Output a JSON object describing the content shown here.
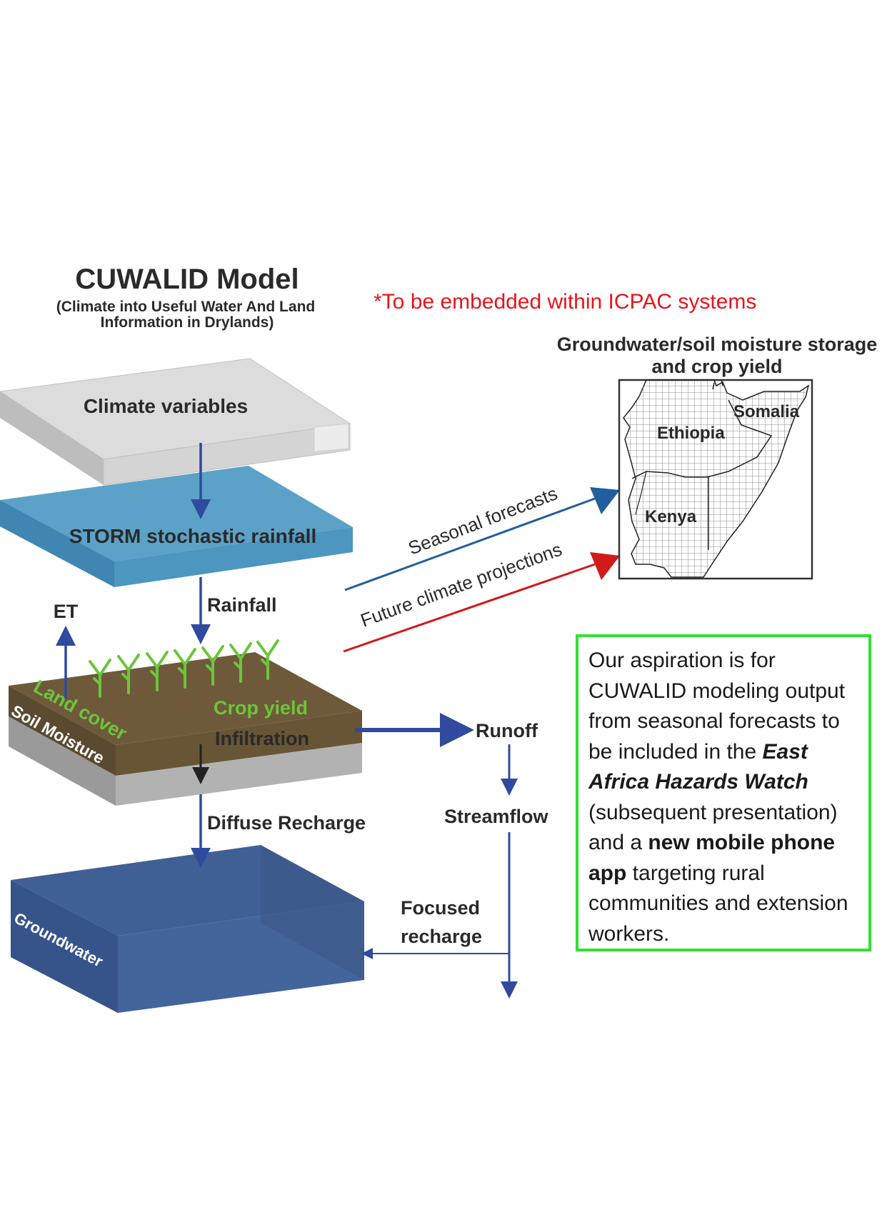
{
  "title": "CUWALID Model",
  "subtitle_line1": "(Climate into Useful Water And Land",
  "subtitle_line2": "Information in Drylands)",
  "note": "*To be embedded within ICPAC systems",
  "layers": {
    "climate": "Climate variables",
    "storm": "STORM stochastic rainfall",
    "soil": "Soil Moisture",
    "land_cover": "Land cover",
    "crop_yield": "Crop yield",
    "infiltration": "Infiltration",
    "groundwater": "Groundwater"
  },
  "flows": {
    "rainfall": "Rainfall",
    "et": "ET",
    "runoff": "Runoff",
    "streamflow": "Streamflow",
    "diffuse_recharge": "Diffuse Recharge",
    "focused_recharge_1": "Focused",
    "focused_recharge_2": "recharge",
    "seasonal_forecasts": "Seasonal forecasts",
    "future_projections": "Future climate projections"
  },
  "map": {
    "title_line1": "Groundwater/soil moisture storage",
    "title_line2": "and crop yield",
    "countries": [
      "Ethiopia",
      "Somalia",
      "Kenya"
    ]
  },
  "aspiration": {
    "part1": "Our aspiration is for CUWALID modeling output from seasonal forecasts to be included in the ",
    "emph1": "East Africa Hazards Watch",
    "part2": " (subsequent presentation) and a ",
    "emph2": "new mobile phone app",
    "part3": " targeting rural communities and extension workers."
  },
  "colors": {
    "note_red": "#e8141b",
    "seasonal_arrow": "#1f5f9e",
    "projection_arrow": "#d11a1a",
    "flow_arrow": "#2f4a9e",
    "green_text": "#6cc43c",
    "box_border": "#33e033"
  }
}
